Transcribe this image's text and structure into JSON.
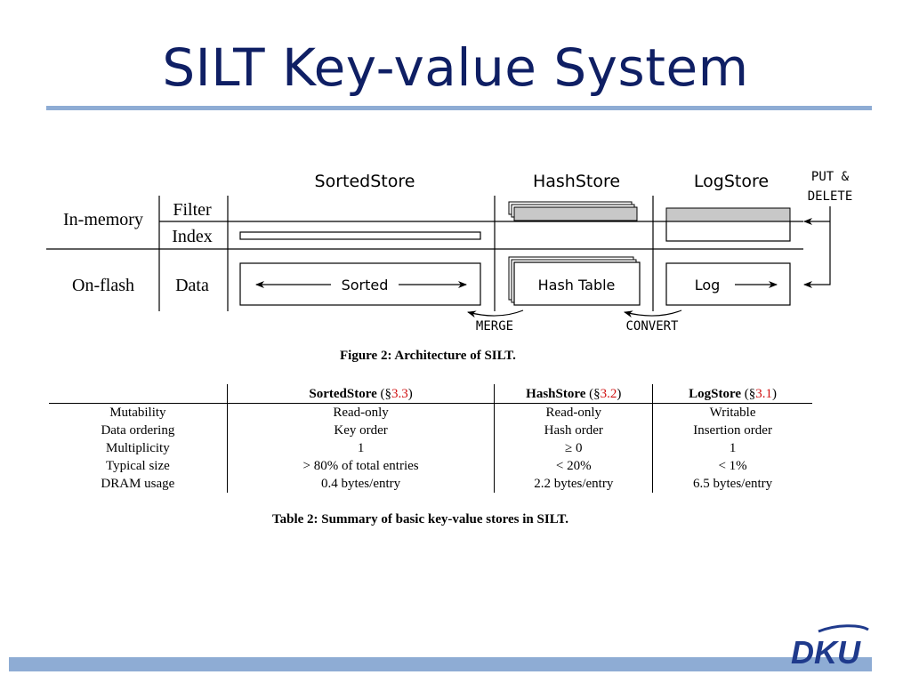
{
  "slide": {
    "title": "SILT Key-value System"
  },
  "figure": {
    "headers": {
      "sorted": "SortedStore",
      "hash": "HashStore",
      "log": "LogStore"
    },
    "put_delete": [
      "PUT &",
      "DELETE"
    ],
    "rows": {
      "in_memory": "In-memory",
      "on_flash": "On-flash",
      "filter": "Filter",
      "index": "Index",
      "data": "Data"
    },
    "boxes": {
      "sorted": "Sorted",
      "hash_table": "Hash Table",
      "log": "Log"
    },
    "arrows": {
      "merge": "MERGE",
      "convert": "CONVERT"
    },
    "caption": "Figure 2: Architecture of SILT."
  },
  "table": {
    "headers": [
      {
        "name": "SortedStore",
        "open": " (§",
        "ref": "3.3",
        "close": ")"
      },
      {
        "name": "HashStore",
        "open": " (§",
        "ref": "3.2",
        "close": ")"
      },
      {
        "name": "LogStore",
        "open": " (§",
        "ref": "3.1",
        "close": ")"
      }
    ],
    "rows": [
      {
        "label": "Mutability",
        "values": [
          "Read-only",
          "Read-only",
          "Writable"
        ]
      },
      {
        "label": "Data ordering",
        "values": [
          "Key order",
          "Hash order",
          "Insertion order"
        ]
      },
      {
        "label": "Multiplicity",
        "values": [
          "1",
          "≥ 0",
          "1"
        ]
      },
      {
        "label": "Typical size",
        "values": [
          "> 80% of total entries",
          "< 20%",
          "< 1%"
        ]
      },
      {
        "label": "DRAM usage",
        "values": [
          "0.4 bytes/entry",
          "2.2 bytes/entry",
          "6.5 bytes/entry"
        ]
      }
    ],
    "caption": "Table 2: Summary of basic key-value stores in SILT."
  },
  "logo": {
    "text": "DKU"
  },
  "colors": {
    "title": "#0f1f64",
    "accent_bar": "#8eacd4",
    "reference": "#d01010",
    "filter_fill": "#c8c8c8",
    "logo": "#1f3a8c"
  }
}
